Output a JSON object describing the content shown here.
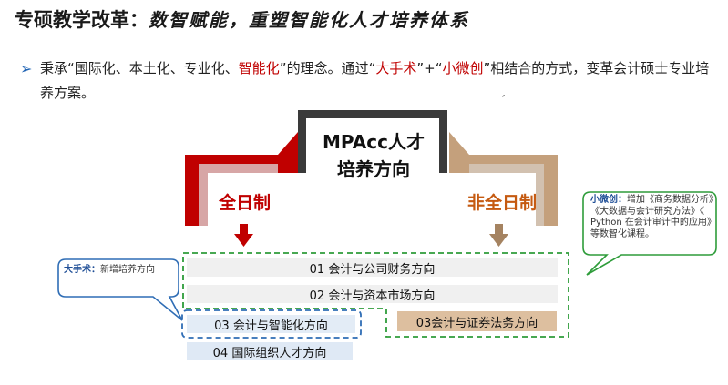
{
  "title": {
    "main": "专硕教学改革：",
    "sub": "数智赋能，重塑智能化人才培养体系"
  },
  "intro": {
    "bullet": "➢",
    "p1": "秉承“国际化、本土化、专业化、",
    "p2_red": "智能化",
    "p3": "”的理念。通过“",
    "p4_red": "大手术",
    "p5": "”+“",
    "p6_red": "小微创",
    "p7": "”相结合的方式，变革会计硕士专业培养方案。"
  },
  "center": {
    "line1": "MPAcc人才",
    "line2": "培养方向"
  },
  "left_label": "全日制",
  "right_label": "非全日制",
  "rows": {
    "r1": "01  会计与公司财务方向",
    "r2": "02  会计与资本市场方向",
    "r3": "03  会计与智能化方向",
    "r3b": "03会计与证券法务方向",
    "r4": "04  国际组织人才方向"
  },
  "callout_left": {
    "head": "大手术：",
    "body": "新增培养方向"
  },
  "callout_right": {
    "head": "小微创：",
    "body": "增加《商务数据分析》《大数据与会计研究方法》《 Python 在会计审计中的应用》等数智化课程。"
  },
  "tick_mark": "ˊ",
  "colors": {
    "red": "#c00000",
    "brown": "#c4a07c",
    "dark": "#3a3a3a",
    "green_dashed": "#2e9c3a",
    "blue_dashed": "#2f6db5"
  }
}
